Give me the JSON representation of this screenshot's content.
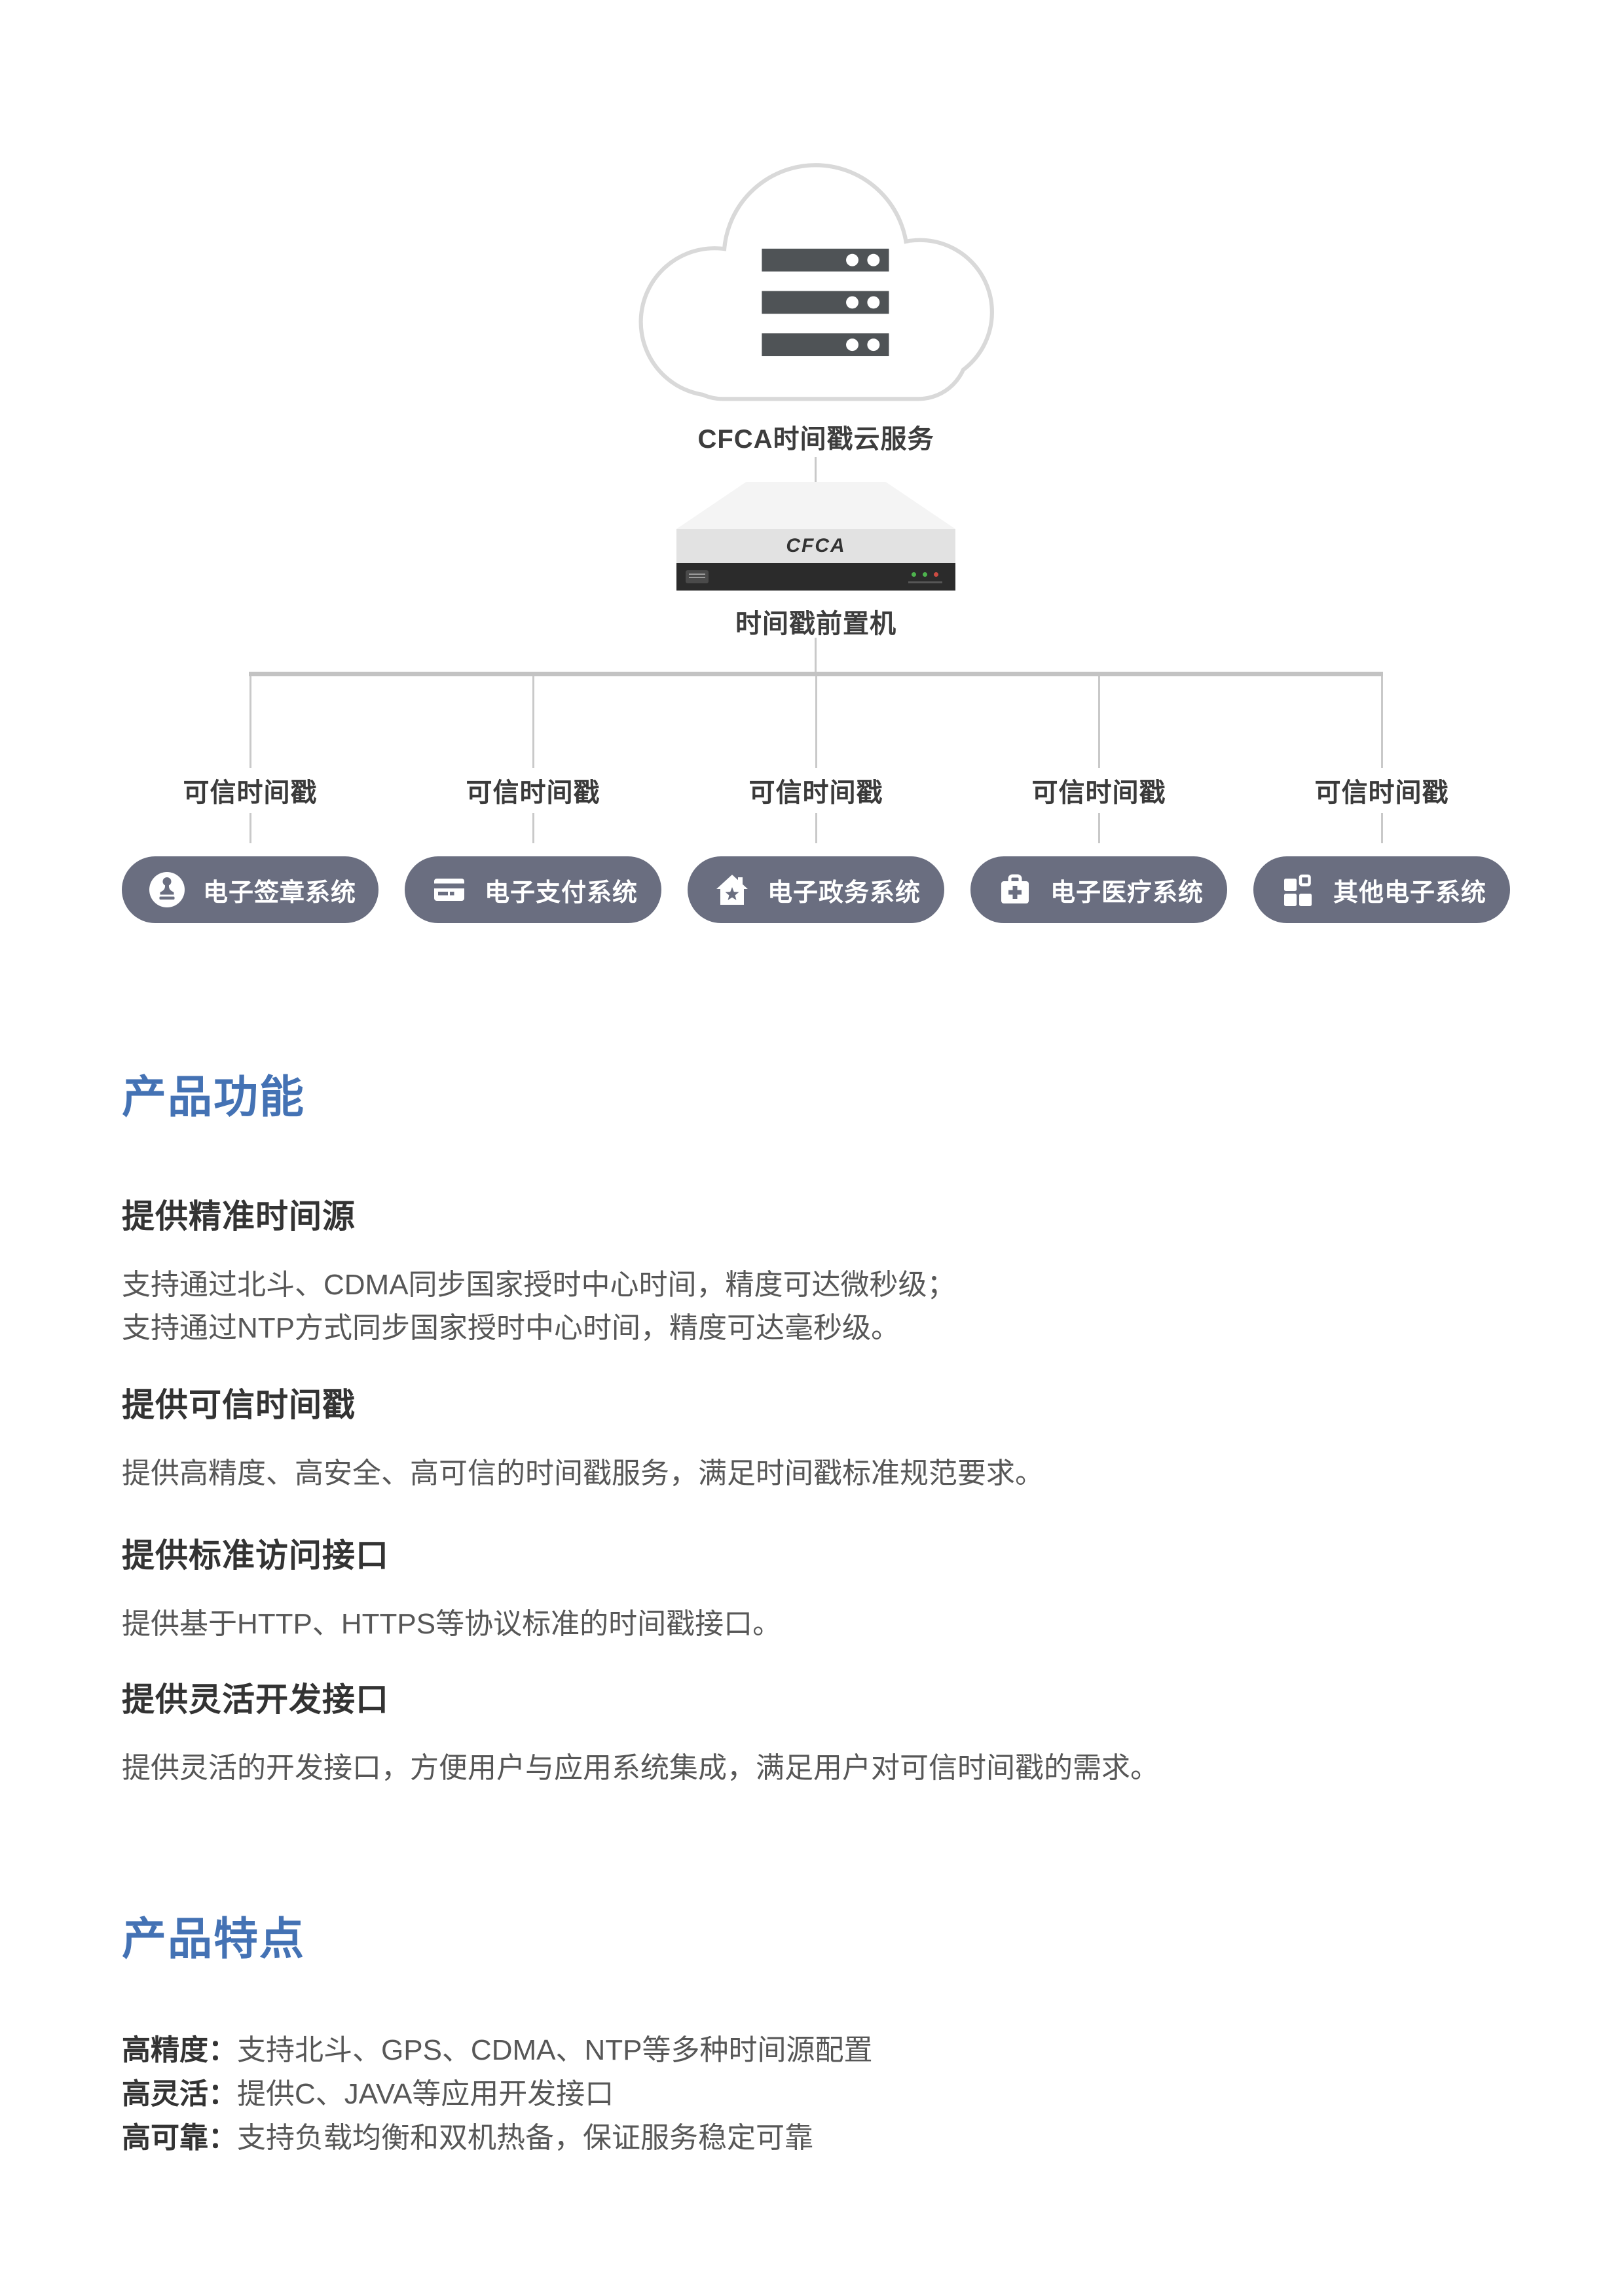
{
  "diagram": {
    "cloud_label": "CFCA时间戳云服务",
    "frontend_label": "时间戳前置机",
    "device_logo": "CFCA",
    "branch_label": "可信时间戳",
    "systems": [
      {
        "label": "电子签章系统",
        "icon": "stamp-icon"
      },
      {
        "label": "电子支付系统",
        "icon": "credit-card-icon"
      },
      {
        "label": "电子政务系统",
        "icon": "government-house-icon"
      },
      {
        "label": "电子医疗系统",
        "icon": "medical-bag-icon"
      },
      {
        "label": "其他电子系统",
        "icon": "grid-apps-icon"
      }
    ]
  },
  "functions": {
    "title": "产品功能",
    "items": [
      {
        "heading": "提供精准时间源",
        "lines": [
          "支持通过北斗、CDMA同步国家授时中心时间，精度可达微秒级；",
          "支持通过NTP方式同步国家授时中心时间，精度可达毫秒级。"
        ]
      },
      {
        "heading": "提供可信时间戳",
        "lines": [
          "提供高精度、高安全、高可信的时间戳服务，满足时间戳标准规范要求。"
        ]
      },
      {
        "heading": "提供标准访问接口",
        "lines": [
          "提供基于HTTP、HTTPS等协议标准的时间戳接口。"
        ]
      },
      {
        "heading": "提供灵活开发接口",
        "lines": [
          "提供灵活的开发接口，方便用户与应用系统集成，满足用户对可信时间戳的需求。"
        ]
      }
    ]
  },
  "features": {
    "title": "产品特点",
    "items": [
      {
        "label": "高精度：",
        "text": "支持北斗、GPS、CDMA、NTP等多种时间源配置"
      },
      {
        "label": "高灵活：",
        "text": "提供C、JAVA等应用开发接口"
      },
      {
        "label": "高可靠：",
        "text": "支持负载均衡和双机热备，保证服务稳定可靠"
      }
    ]
  },
  "colors": {
    "accent_blue": "#4472b4",
    "pill_background": "#6a6e80",
    "heading_text": "#333333",
    "body_text": "#575757",
    "connector_gray": "#c9c9c9",
    "cloud_outline": "#d9d9d9",
    "server_dark_panel": "#2b2b2b",
    "led_green": "#4db34d",
    "led_red": "#cc4b42"
  }
}
